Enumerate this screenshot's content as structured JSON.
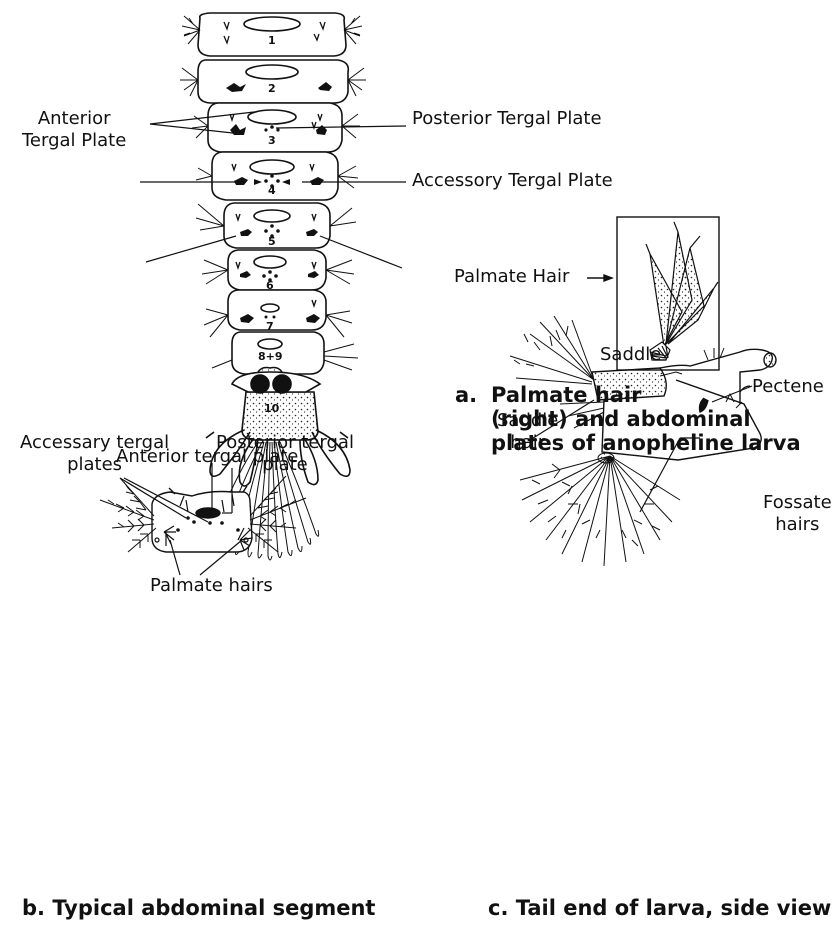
{
  "main_larva": {
    "segment_numbers": [
      "1",
      "2",
      "3",
      "4",
      "5",
      "6",
      "7",
      "8+9",
      "10"
    ],
    "labels": {
      "anterior_tergal_plate": "Anterior\nTergal Plate",
      "posterior_tergal_plate": "Posterior Tergal Plate",
      "accessory_tergal_plate": "Accessory Tergal Plate"
    }
  },
  "panel_a": {
    "label": "Palmate Hair",
    "caption_letter": "a.",
    "caption_lines": [
      "Palmate hair",
      "(right) and abdominal",
      "plates of anopheline larva"
    ]
  },
  "panel_b": {
    "labels": {
      "anterior_tergal_plate": "Anterior tergal plate",
      "accessary_tergal_plates": "Accessary tergal\nplates",
      "posterior_tergal_plate": "Posterior tergal\nplate",
      "palmate_hairs": "Palmate hairs"
    },
    "caption": "b. Typical abdominal segment"
  },
  "panel_c": {
    "labels": {
      "saddle": "Saddle",
      "saddle_hair": "Saddle\nhair",
      "pectene": "Pectene",
      "fossate_hairs": "Fossate\nhairs"
    },
    "caption": "c. Tail end of larva, side view"
  }
}
